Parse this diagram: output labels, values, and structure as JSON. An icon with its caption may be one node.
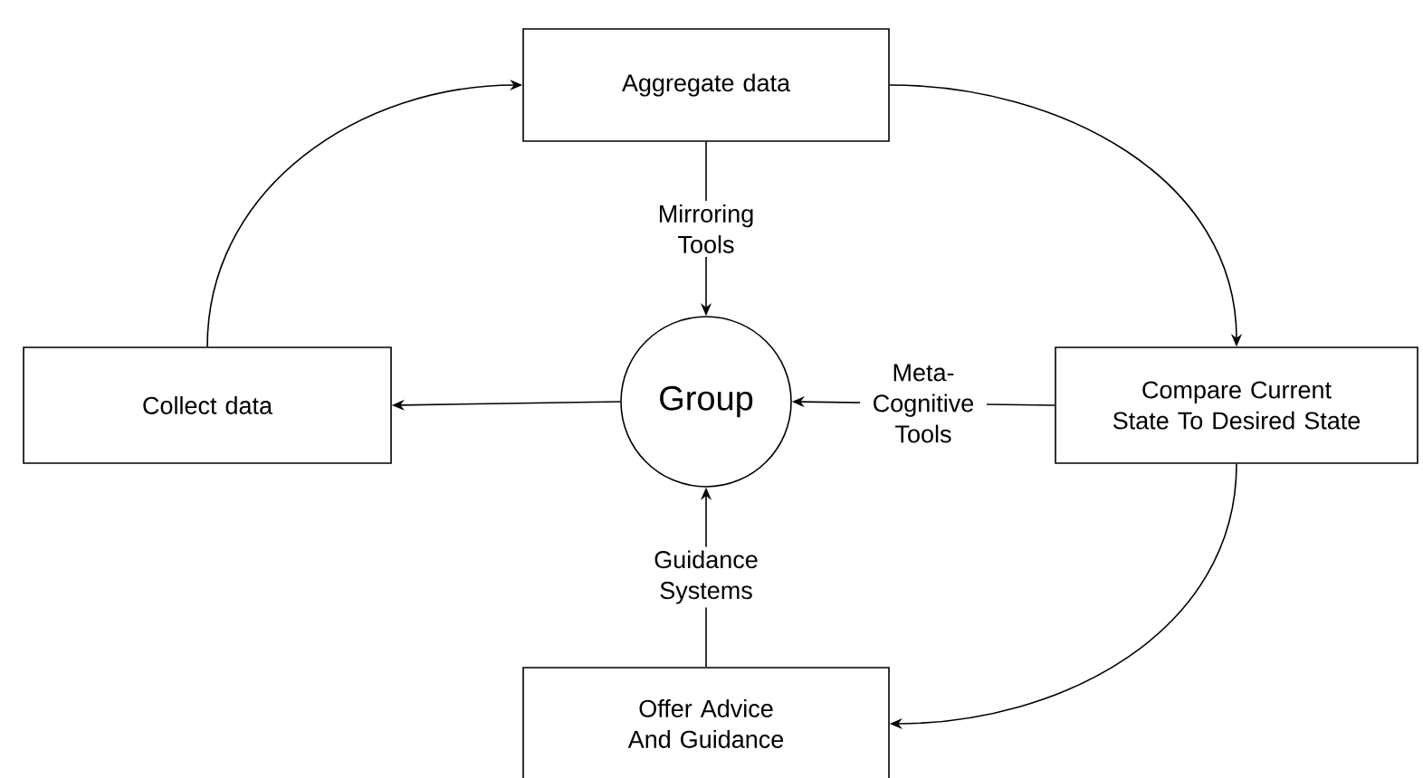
{
  "diagram": {
    "nodes": [
      {
        "text": [
          "Aggregate data"
        ]
      },
      {
        "text": [
          "Collect data"
        ]
      },
      {
        "text": [
          "Group"
        ]
      },
      {
        "text": [
          "Compare Current State To Desired State"
        ]
      },
      {
        "text": [
          "Offer Advice And Guidance"
        ]
      }
    ],
    "edges": [
      {
        "from": 1,
        "to": 0,
        "arrow": "to"
      },
      {
        "from": 0,
        "to": 3,
        "arrow": "to"
      },
      {
        "from": 3,
        "to": 4,
        "arrow": "to"
      },
      {
        "from": 2,
        "to": 1,
        "arrow": "to"
      },
      {
        "from": 0,
        "to": 2,
        "arrow": "to",
        "label": "Mirroring Tools"
      },
      {
        "from": 3,
        "to": 2,
        "arrow": "to",
        "label": "Meta-Cognitive Tools"
      },
      {
        "from": 4,
        "to": 2,
        "arrow": "to",
        "label": "Guidance Systems"
      }
    ]
  }
}
